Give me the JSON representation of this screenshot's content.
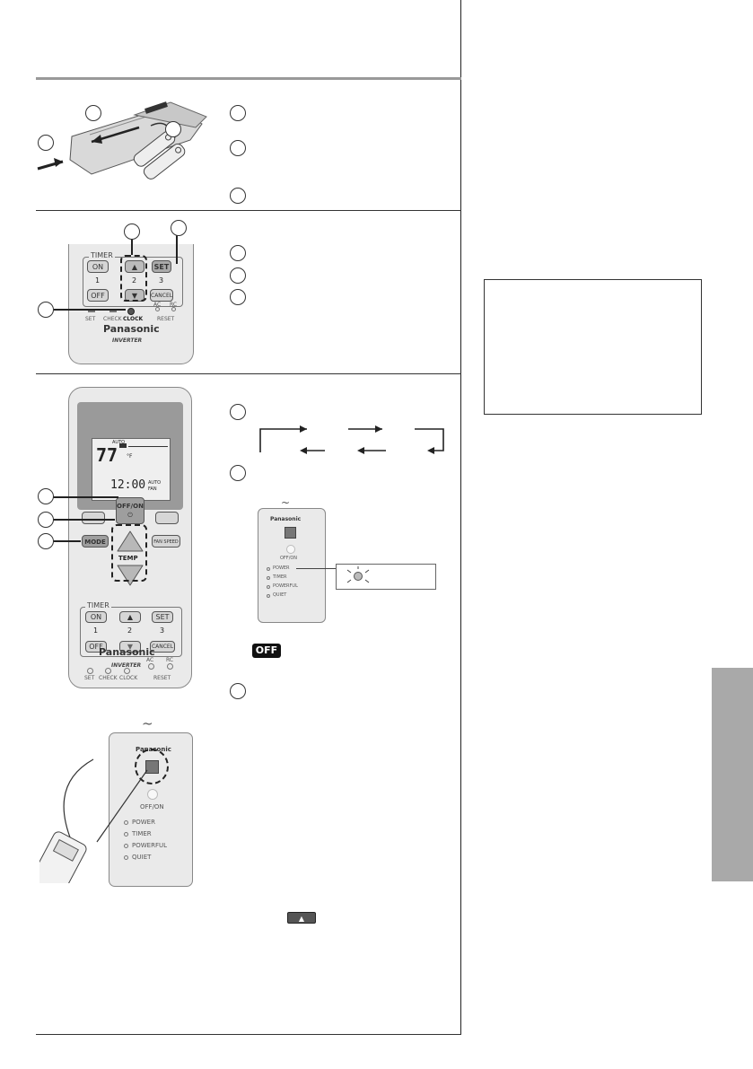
{
  "brand": "Panasonic",
  "brand_sub": "INVERTER",
  "timer": {
    "title": "TIMER",
    "on": "ON",
    "off": "OFF",
    "set": "SET",
    "cancel": "CANCEL",
    "num1": "1",
    "num2": "2",
    "num3": "3"
  },
  "small_labels": {
    "set": "SET",
    "check": "CHECK",
    "clock": "CLOCK",
    "ac": "AC",
    "rc": "RC",
    "reset": "RESET"
  },
  "big_remote": {
    "offon": "OFF/ON",
    "mode": "MODE",
    "temp": "TEMP",
    "fan_speed": "FAN SPEED",
    "lcd_auto": "AUTO",
    "lcd_temp": "77",
    "lcd_unit": "°F",
    "lcd_time": "12:00",
    "lcd_auto_fan": "AUTO",
    "lcd_fan": "FAN"
  },
  "indoor_unit": {
    "offon": "OFF/ON",
    "leds": [
      "POWER",
      "TIMER",
      "POWERFUL",
      "QUIET"
    ]
  },
  "off_badge": "OFF",
  "colors": {
    "remote_body": "#eaeaea",
    "display_bg": "#9a9a9a",
    "side_tab": "#a9a9a9"
  }
}
